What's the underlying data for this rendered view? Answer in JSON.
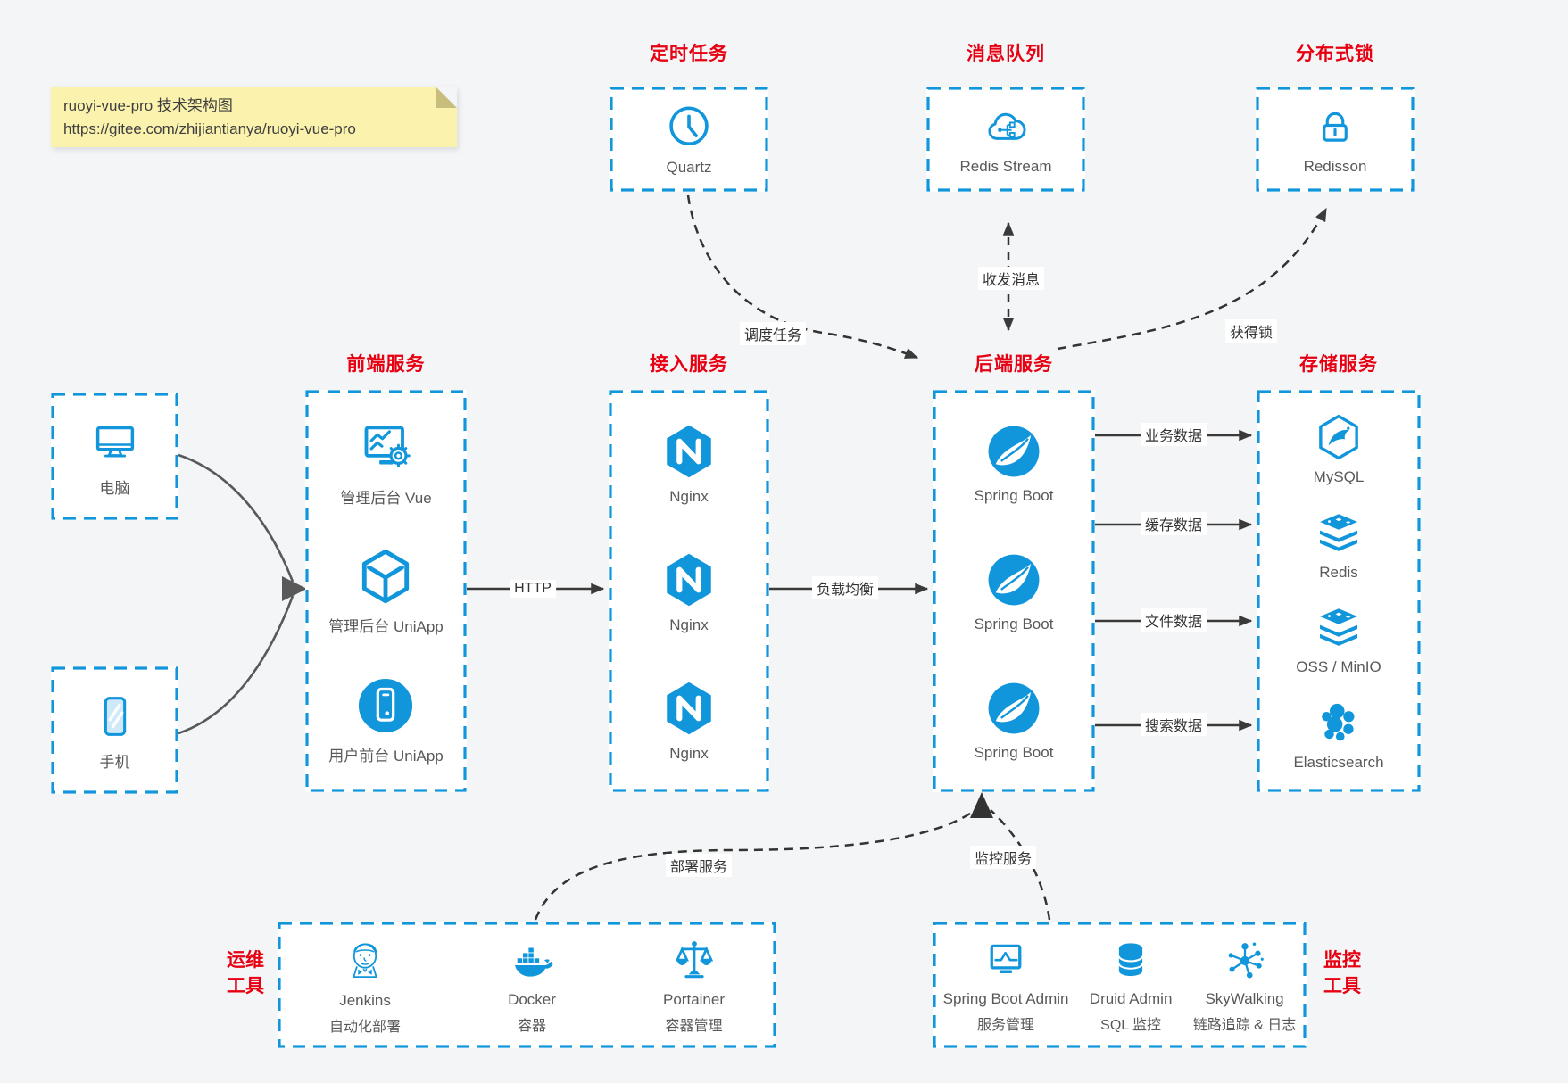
{
  "note": {
    "line1": "ruoyi-vue-pro 技术架构图",
    "line2": "https://gitee.com/zhijiantianya/ruoyi-vue-pro"
  },
  "top_services": [
    {
      "category": "定时任务",
      "name": "Quartz",
      "icon": "clock-icon"
    },
    {
      "category": "消息队列",
      "name": "Redis Stream",
      "icon": "cloud-stream-icon"
    },
    {
      "category": "分布式锁",
      "name": "Redisson",
      "icon": "lock-icon"
    }
  ],
  "clients": [
    {
      "name": "电脑",
      "icon": "desktop-icon"
    },
    {
      "name": "手机",
      "icon": "phone-icon"
    }
  ],
  "columns": [
    {
      "category": "前端服务",
      "items": [
        {
          "name": "管理后台 Vue",
          "icon": "admin-screen-gear-icon"
        },
        {
          "name": "管理后台 UniApp",
          "icon": "uniapp-cube-icon"
        },
        {
          "name": "用户前台 UniApp",
          "icon": "mobile-app-circle-icon"
        }
      ]
    },
    {
      "category": "接入服务",
      "items": [
        {
          "name": "Nginx",
          "icon": "nginx-icon"
        },
        {
          "name": "Nginx",
          "icon": "nginx-icon"
        },
        {
          "name": "Nginx",
          "icon": "nginx-icon"
        }
      ]
    },
    {
      "category": "后端服务",
      "items": [
        {
          "name": "Spring Boot",
          "icon": "spring-leaf-icon"
        },
        {
          "name": "Spring Boot",
          "icon": "spring-leaf-icon"
        },
        {
          "name": "Spring Boot",
          "icon": "spring-leaf-icon"
        }
      ]
    },
    {
      "category": "存储服务",
      "items": [
        {
          "name": "MySQL",
          "icon": "mysql-dolphin-icon"
        },
        {
          "name": "Redis",
          "icon": "redis-stack-icon"
        },
        {
          "name": "OSS / MinIO",
          "icon": "redis-stack-icon"
        },
        {
          "name": "Elasticsearch",
          "icon": "elasticsearch-cluster-icon"
        }
      ]
    }
  ],
  "bottom_boxes": [
    {
      "category_line1": "运维",
      "category_line2": "工具",
      "items": [
        {
          "name": "Jenkins",
          "desc": "自动化部署",
          "icon": "jenkins-butler-icon"
        },
        {
          "name": "Docker",
          "desc": "容器",
          "icon": "docker-whale-icon"
        },
        {
          "name": "Portainer",
          "desc": "容器管理",
          "icon": "scales-icon"
        }
      ]
    },
    {
      "category_line1": "监控",
      "category_line2": "工具",
      "items": [
        {
          "name": "Spring Boot Admin",
          "desc": "服务管理",
          "icon": "monitor-pulse-icon"
        },
        {
          "name": "Druid Admin",
          "desc": "SQL 监控",
          "icon": "database-cylinder-icon"
        },
        {
          "name": "SkyWalking",
          "desc": "链路追踪 & 日志",
          "icon": "network-nodes-icon"
        }
      ]
    }
  ],
  "edges": {
    "http": "HTTP",
    "load_balance": "负载均衡",
    "schedule_task": "调度任务",
    "send_receive_message": "收发消息",
    "acquire_lock": "获得锁",
    "business_data": "业务数据",
    "cache_data": "缓存数据",
    "file_data": "文件数据",
    "search_data": "搜索数据",
    "deploy_service": "部署服务",
    "monitor_service": "监控服务"
  },
  "colors": {
    "accent_blue": "#1296db",
    "label_red": "#e60012",
    "page_bg": "#f4f5f6",
    "box_bg": "#ffffff",
    "arrow_dark": "#3a3a3a",
    "arrow_gray": "#595959",
    "note_bg": "#faf2ad"
  }
}
